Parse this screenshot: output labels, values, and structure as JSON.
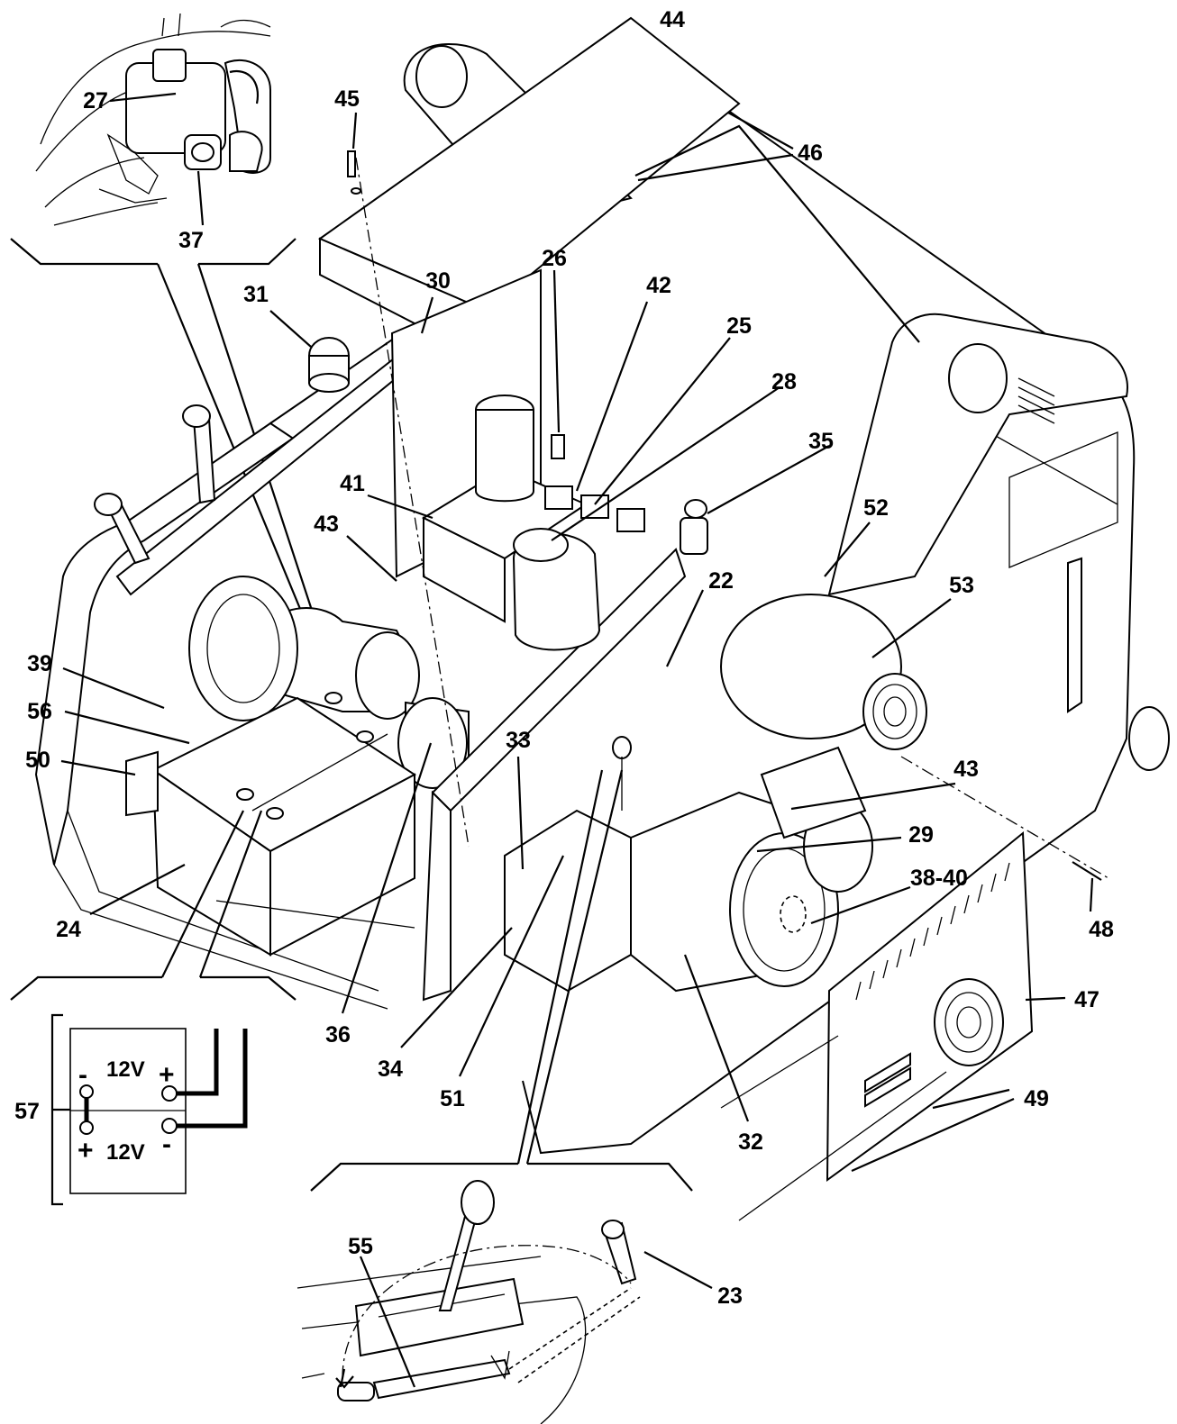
{
  "callouts": {
    "c22": "22",
    "c23": "23",
    "c24": "24",
    "c25": "25",
    "c26": "26",
    "c27": "27",
    "c28": "28",
    "c29": "29",
    "c30": "30",
    "c31": "31",
    "c32": "32",
    "c33": "33",
    "c34": "34",
    "c35": "35",
    "c36": "36",
    "c37": "37",
    "c38_40": "38-40",
    "c39": "39",
    "c41": "41",
    "c42": "42",
    "c43a": "43",
    "c43b": "43",
    "c44": "44",
    "c45": "45",
    "c46": "46",
    "c47": "47",
    "c48": "48",
    "c49": "49",
    "c50": "50",
    "c51": "51",
    "c52": "52",
    "c53": "53",
    "c55": "55",
    "c56": "56",
    "c57": "57"
  },
  "wiring": {
    "battery_voltage_top": "12V",
    "battery_voltage_bottom": "12V",
    "top_left_sign": "-",
    "top_right_sign": "+",
    "bottom_left_sign": "+",
    "bottom_right_sign": "-"
  }
}
